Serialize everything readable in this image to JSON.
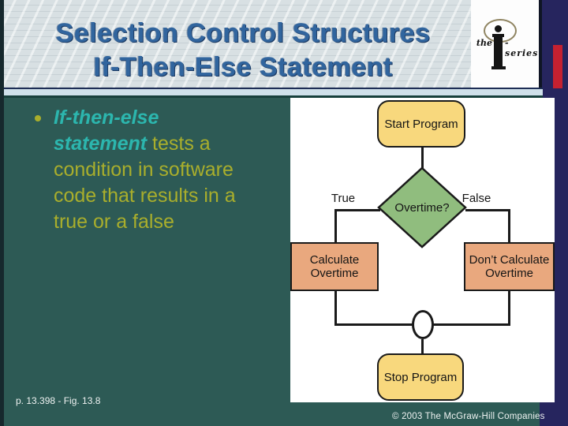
{
  "title": {
    "line1": "Selection Control Structures",
    "line2": "If-Then-Else Statement"
  },
  "logo": {
    "the": "the",
    "series": "-series"
  },
  "bullet": {
    "lines": [
      [
        {
          "text": "If-then-else",
          "kind": "keyword"
        }
      ],
      [
        {
          "text": "statement",
          "kind": "keyword"
        },
        {
          "text": " tests a",
          "kind": "normal"
        }
      ],
      [
        {
          "text": "condition in software",
          "kind": "normal"
        }
      ],
      [
        {
          "text": "code that results in a",
          "kind": "normal"
        }
      ],
      [
        {
          "text": "true or a false",
          "kind": "normal"
        }
      ]
    ]
  },
  "flowchart": {
    "start_label": "Start Program",
    "decision_label": "Overtime?",
    "true_label": "True",
    "false_label": "False",
    "yes_box_label": "Calculate\nOvertime",
    "no_box_label": "Don’t Calculate\nOvertime",
    "stop_label": "Stop Program"
  },
  "footer": {
    "caption": "p. 13.398 - Fig. 13.8",
    "copyright": "© 2003 The McGraw-Hill Companies"
  },
  "colors": {
    "body_teal": "#2d5a55",
    "header_gray": "#d8e0e3",
    "title_blue": "#31659e",
    "navy_column": "#26255e",
    "red_ribbon": "#c52130",
    "divider_band": "#cfe0ea",
    "bullet_cyan": "#2cb6ae",
    "bullet_olive": "#a9ae2c",
    "terminator_yellow": "#f8d87d",
    "decision_green": "#90bd7e",
    "process_tan": "#e9a87e",
    "panel_white": "#ffffff"
  }
}
